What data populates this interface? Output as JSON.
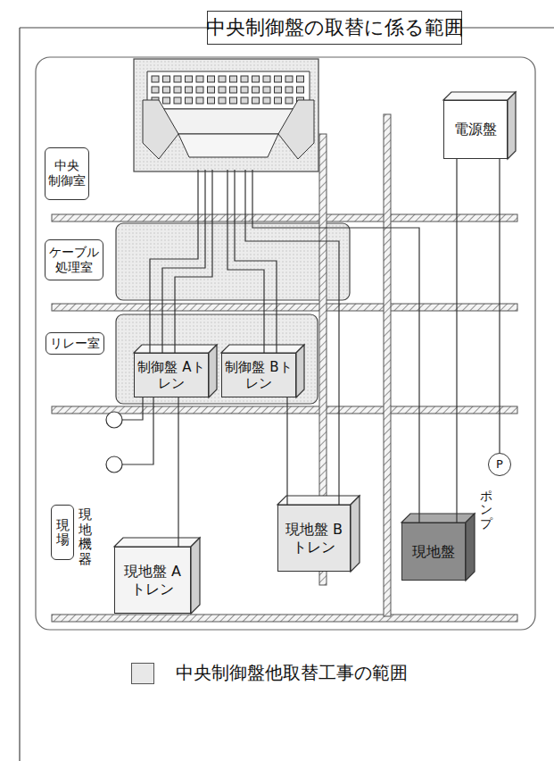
{
  "diagram": {
    "title": "中央制御盤の取替に係る範囲",
    "nodes": [
      {
        "text": [
          "中央 制御室"
        ]
      },
      {
        "text": [
          "ケーブル 処理室"
        ]
      },
      {
        "text": [
          "リレー室"
        ]
      },
      {
        "text": [
          "制御盤 Aトレン"
        ]
      },
      {
        "text": [
          "制御盤 Bトレン"
        ]
      },
      {
        "text": [
          "電源盤"
        ]
      },
      {
        "text": [
          "現場"
        ]
      },
      {
        "text": [
          "P"
        ]
      },
      {
        "text": [
          "現地盤 Aトレン"
        ]
      },
      {
        "text": [
          "現地盤 Bトレン"
        ]
      },
      {
        "text": [
          "現地盤"
        ]
      }
    ],
    "edges": [
      {
        "from": 3,
        "to": 8,
        "arrow": "none"
      },
      {
        "from": 4,
        "to": 9,
        "arrow": "none"
      },
      {
        "from": 5,
        "to": 10,
        "arrow": "none"
      },
      {
        "from": 5,
        "to": 7,
        "arrow": "none"
      }
    ],
    "labels": [
      "現地機器",
      "ポンプ"
    ],
    "legend": [
      {
        "text": "中央制御盤他取替工事の範囲",
        "color": "#e8e8e8"
      }
    ]
  }
}
